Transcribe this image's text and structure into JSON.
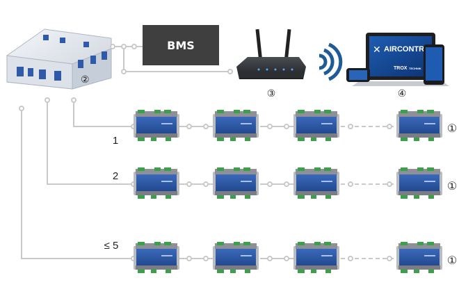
{
  "bms": {
    "label": "BMS"
  },
  "annotations": {
    "ahu": "②",
    "router": "③",
    "devices": "④"
  },
  "screen": {
    "laptop_brand": "AIRCONTROL",
    "laptop_logo": "TROX",
    "laptop_logo_suffix": "TECHNIK"
  },
  "buses": [
    {
      "label": "1",
      "end_marker": "①"
    },
    {
      "label": "2",
      "end_marker": "①"
    },
    {
      "label": "≤ 5",
      "end_marker": "①"
    }
  ],
  "colors": {
    "bms_box": "#3f3f3f",
    "wire": "#c9c9c9",
    "module_blue": "#2e5aa8",
    "module_grey": "#b9bcc1",
    "connector_green": "#3aa04a",
    "wifi": "#1d5c97"
  }
}
